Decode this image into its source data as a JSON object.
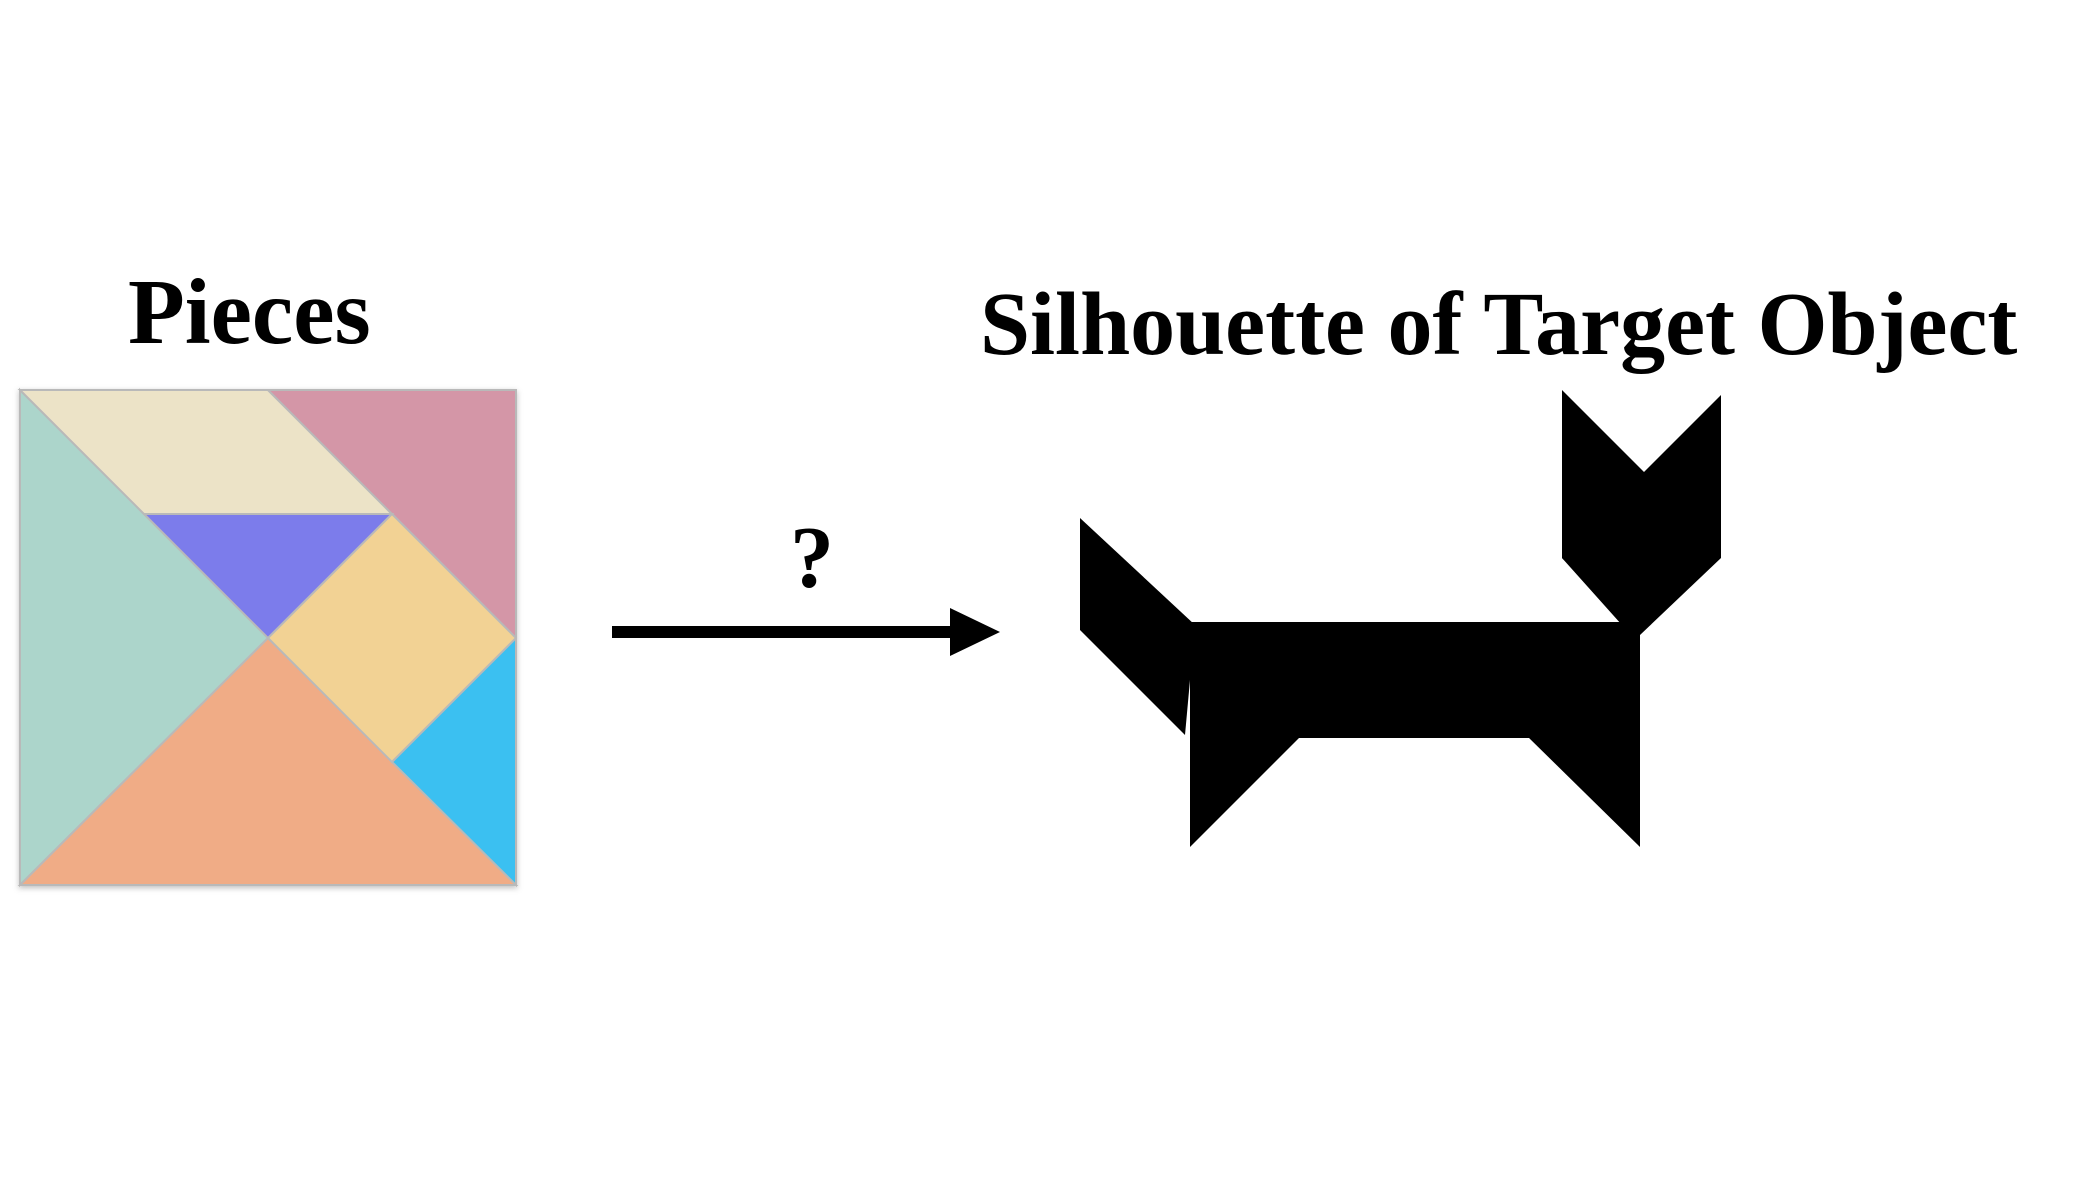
{
  "labels": {
    "pieces": "Pieces",
    "target": "Silhouette of Target Object",
    "transform": "?"
  },
  "pieces": [
    {
      "name": "large-triangle-left",
      "color": "#acd5cb"
    },
    {
      "name": "large-triangle-bottom",
      "color": "#f0ac86"
    },
    {
      "name": "parallelogram",
      "color": "#ece3c7"
    },
    {
      "name": "medium-triangle",
      "color": "#d496a7"
    },
    {
      "name": "small-triangle-center",
      "color": "#7b7beb"
    },
    {
      "name": "square",
      "color": "#f2d294"
    },
    {
      "name": "small-triangle-right",
      "color": "#3ac0f1"
    }
  ],
  "colors": {
    "background": "#ffffff",
    "silhouette": "#000000",
    "arrow": "#000000",
    "piece_edge": "#b9b9b9"
  }
}
